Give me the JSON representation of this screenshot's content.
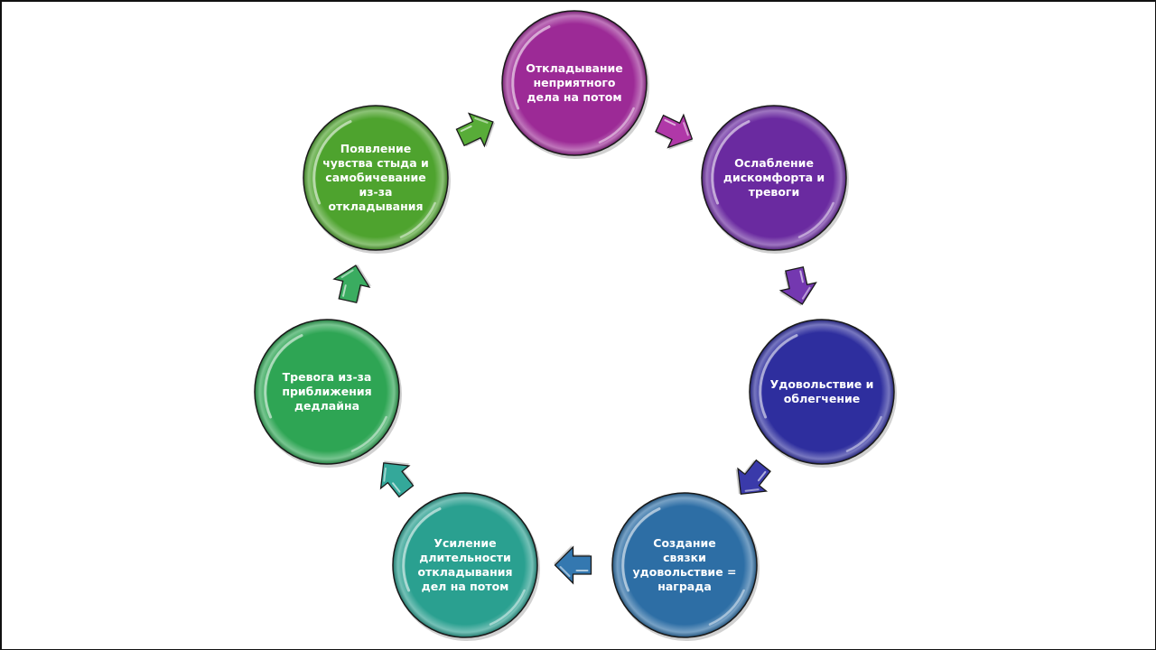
{
  "diagram": {
    "type": "cycle",
    "nodes": [
      {
        "id": "n1",
        "label": "Откладывание\nнеприятного\nдела на потом",
        "color": "#9c2a96"
      },
      {
        "id": "n2",
        "label": "Ослабление\nдискомфорта и\nтревоги",
        "color": "#6a2aa0"
      },
      {
        "id": "n3",
        "label": "Удовольствие и\nоблегчение",
        "color": "#2e2e9e"
      },
      {
        "id": "n4",
        "label": "Создание\nсвязки\nудовольствие =\nнаграда",
        "color": "#2d6ea5"
      },
      {
        "id": "n5",
        "label": "Усиление\nдлительности\nоткладывания\nдел на потом",
        "color": "#2aa090"
      },
      {
        "id": "n6",
        "label": "Тревога из-за\nприближения\nдедлайна",
        "color": "#2ea554"
      },
      {
        "id": "n7",
        "label": "Появление\nчувства стыда и\nсамобичевание\nиз-за\nоткладывания",
        "color": "#4ea32e"
      }
    ],
    "edges": [
      {
        "from": "n1",
        "to": "n2",
        "color": "#b038a8"
      },
      {
        "from": "n2",
        "to": "n3",
        "color": "#7438b0"
      },
      {
        "from": "n3",
        "to": "n4",
        "color": "#3a3aaa"
      },
      {
        "from": "n4",
        "to": "n5",
        "color": "#3478b0"
      },
      {
        "from": "n5",
        "to": "n6",
        "color": "#34a89a"
      },
      {
        "from": "n6",
        "to": "n7",
        "color": "#3aac60"
      },
      {
        "from": "n7",
        "to": "n1",
        "color": "#58ac38"
      }
    ]
  }
}
